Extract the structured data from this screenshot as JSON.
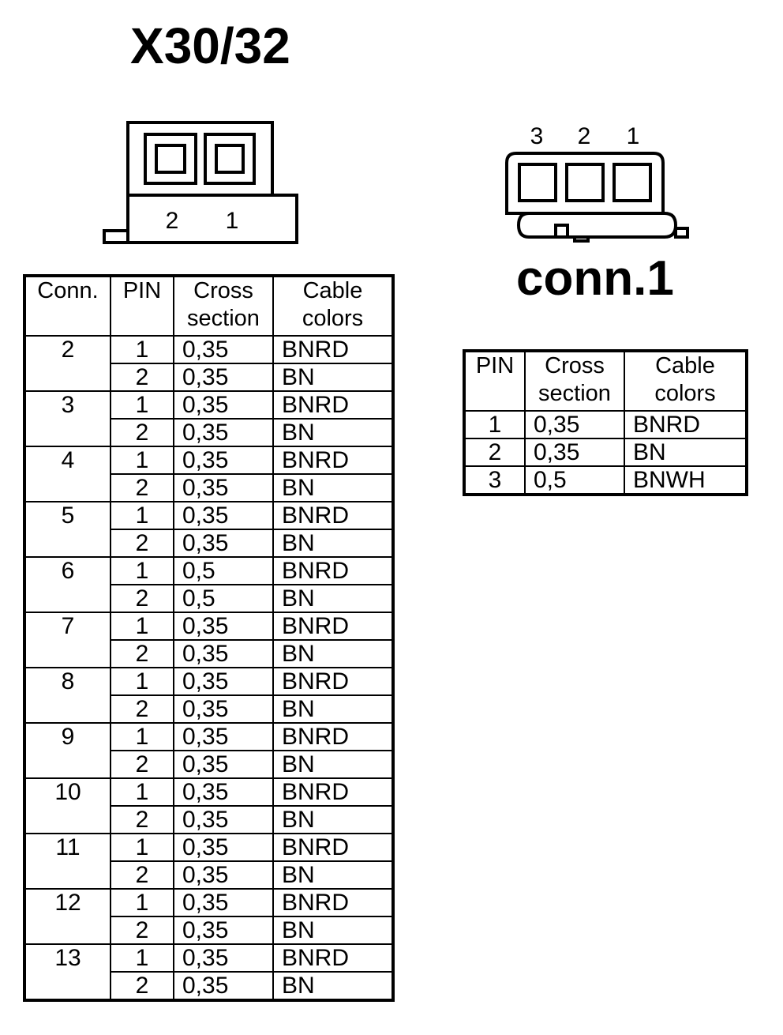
{
  "left_connector": {
    "title": "X30/32",
    "pin_labels": [
      "2",
      "1"
    ],
    "headers": {
      "conn": "Conn.",
      "pin": "PIN",
      "cross_section": "Cross section",
      "cable_colors": "Cable colors"
    },
    "groups": [
      {
        "conn": "2",
        "rows": [
          {
            "pin": "1",
            "cross": "0,35",
            "color": "BNRD"
          },
          {
            "pin": "2",
            "cross": "0,35",
            "color": "BN"
          }
        ]
      },
      {
        "conn": "3",
        "rows": [
          {
            "pin": "1",
            "cross": "0,35",
            "color": "BNRD"
          },
          {
            "pin": "2",
            "cross": "0,35",
            "color": "BN"
          }
        ]
      },
      {
        "conn": "4",
        "rows": [
          {
            "pin": "1",
            "cross": "0,35",
            "color": "BNRD"
          },
          {
            "pin": "2",
            "cross": "0,35",
            "color": "BN"
          }
        ]
      },
      {
        "conn": "5",
        "rows": [
          {
            "pin": "1",
            "cross": "0,35",
            "color": "BNRD"
          },
          {
            "pin": "2",
            "cross": "0,35",
            "color": "BN"
          }
        ]
      },
      {
        "conn": "6",
        "rows": [
          {
            "pin": "1",
            "cross": "0,5",
            "color": "BNRD"
          },
          {
            "pin": "2",
            "cross": "0,5",
            "color": "BN"
          }
        ]
      },
      {
        "conn": "7",
        "rows": [
          {
            "pin": "1",
            "cross": "0,35",
            "color": "BNRD"
          },
          {
            "pin": "2",
            "cross": "0,35",
            "color": "BN"
          }
        ]
      },
      {
        "conn": "8",
        "rows": [
          {
            "pin": "1",
            "cross": "0,35",
            "color": "BNRD"
          },
          {
            "pin": "2",
            "cross": "0,35",
            "color": "BN"
          }
        ]
      },
      {
        "conn": "9",
        "rows": [
          {
            "pin": "1",
            "cross": "0,35",
            "color": "BNRD"
          },
          {
            "pin": "2",
            "cross": "0,35",
            "color": "BN"
          }
        ]
      },
      {
        "conn": "10",
        "rows": [
          {
            "pin": "1",
            "cross": "0,35",
            "color": "BNRD"
          },
          {
            "pin": "2",
            "cross": "0,35",
            "color": "BN"
          }
        ]
      },
      {
        "conn": "11",
        "rows": [
          {
            "pin": "1",
            "cross": "0,35",
            "color": "BNRD"
          },
          {
            "pin": "2",
            "cross": "0,35",
            "color": "BN"
          }
        ]
      },
      {
        "conn": "12",
        "rows": [
          {
            "pin": "1",
            "cross": "0,35",
            "color": "BNRD"
          },
          {
            "pin": "2",
            "cross": "0,35",
            "color": "BN"
          }
        ]
      },
      {
        "conn": "13",
        "rows": [
          {
            "pin": "1",
            "cross": "0,35",
            "color": "BNRD"
          },
          {
            "pin": "2",
            "cross": "0,35",
            "color": "BN"
          }
        ]
      }
    ]
  },
  "right_connector": {
    "title": "conn.1",
    "pin_labels": [
      "3",
      "2",
      "1"
    ],
    "headers": {
      "pin": "PIN",
      "cross_section": "Cross section",
      "cable_colors": "Cable colors"
    },
    "rows": [
      {
        "pin": "1",
        "cross": "0,35",
        "color": "BNRD"
      },
      {
        "pin": "2",
        "cross": "0,35",
        "color": "BN"
      },
      {
        "pin": "3",
        "cross": "0,5",
        "color": "BNWH"
      }
    ]
  }
}
